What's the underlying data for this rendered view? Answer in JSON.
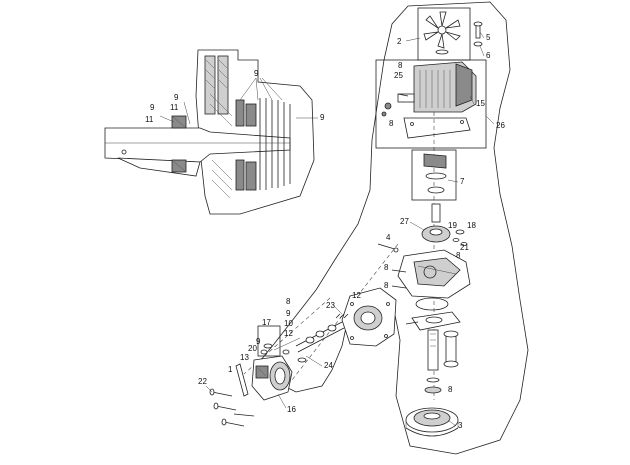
{
  "callouts": {
    "c1": "1",
    "c2": "2",
    "c3": "3",
    "c4": "4",
    "c5": "5",
    "c6": "6",
    "c7": "7",
    "c8a": "8",
    "c8b": "8",
    "c8c": "8",
    "c8d": "8",
    "c8e": "8",
    "c8f": "8",
    "c8g": "8",
    "c9a": "9",
    "c9b": "9",
    "c9c": "9",
    "c9d": "9",
    "c9e": "9",
    "c9f": "9",
    "c10": "10",
    "c11a": "11",
    "c11b": "11",
    "c12a": "12",
    "c12b": "12",
    "c13": "13",
    "c15": "15",
    "c16": "16",
    "c17": "17",
    "c18": "18",
    "c19": "19",
    "c20": "20",
    "c21": "21",
    "c22": "22",
    "c23": "23",
    "c24": "24",
    "c25": "25",
    "c26": "26",
    "c27": "27"
  }
}
